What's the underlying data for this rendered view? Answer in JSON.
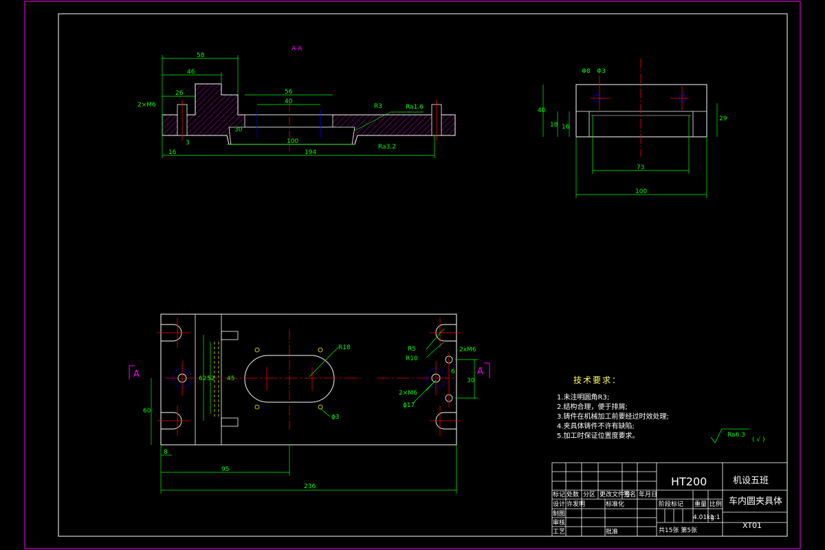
{
  "colors": {
    "background": "#000000",
    "frame": "#ff00ff",
    "outline": "#ffffff",
    "dimension": "#00ff00",
    "center_line": "#ff0000",
    "hidden_line": "#ffff00",
    "hatch": "#ff00ff",
    "hole": "#0000ff",
    "section_mark": "#ff00ff"
  },
  "section_view": {
    "title": "A-A",
    "dims": {
      "d58": "58",
      "d46": "46",
      "d26": "26",
      "thread": "2×M6",
      "d56": "56",
      "d40": "40",
      "r23": "R3",
      "rough1": "Ra1.6",
      "d100": "100",
      "rough2": "Ra3.2",
      "d16": "16",
      "d194": "194",
      "d3": "3",
      "d30": "30"
    }
  },
  "side_view": {
    "dims": {
      "phi8": "Φ8",
      "phi3": "Φ3",
      "d40": "40",
      "d18": "18",
      "d16": "16",
      "d29": "29",
      "d73": "73",
      "d100": "100"
    }
  },
  "plan_view": {
    "section_mark": "A",
    "dims": {
      "r18": "R18",
      "r5": "R5",
      "r10": "R10",
      "thread": "2xM6",
      "d6": "6",
      "d30": "30",
      "thread2": "2×M6",
      "phi17": "ϕ17",
      "phi3": "ϕ3",
      "d60": "60",
      "d8": "8",
      "d95": "95",
      "d236": "236",
      "d62": "62",
      "d52": "52",
      "d45": "45"
    }
  },
  "tech_requirements": {
    "title": "技术要求：",
    "items": [
      "1.未注明圆角R3;",
      "2.结构合理，便于排屑;",
      "3.铸件在机械加工前要经过时效处理;",
      "4.夹具体铸件不许有缺陷;",
      "5.加工时保证位置度要求。"
    ],
    "roughness": "Ra6.3",
    "roughness_other": "( √ )"
  },
  "title_block": {
    "material": "HT200",
    "class_name": "机设五班",
    "part_name": "车内圆夹具体",
    "drawing_no": "XT01",
    "labels": {
      "mark": "标记",
      "count": "处数",
      "zone": "分区",
      "change_no": "更改文件号",
      "sign": "签名",
      "date": "年月日",
      "design": "设计",
      "designer": "许发明",
      "standard": "标准化",
      "drawn": "制图",
      "check": "审核",
      "process": "工艺",
      "approve": "批准",
      "stage": "阶段标记",
      "weight": "重量",
      "scale": "比例",
      "weight_val": "4.01kg",
      "scale_val": "1:1",
      "sheets": "共15张 第5张"
    }
  }
}
